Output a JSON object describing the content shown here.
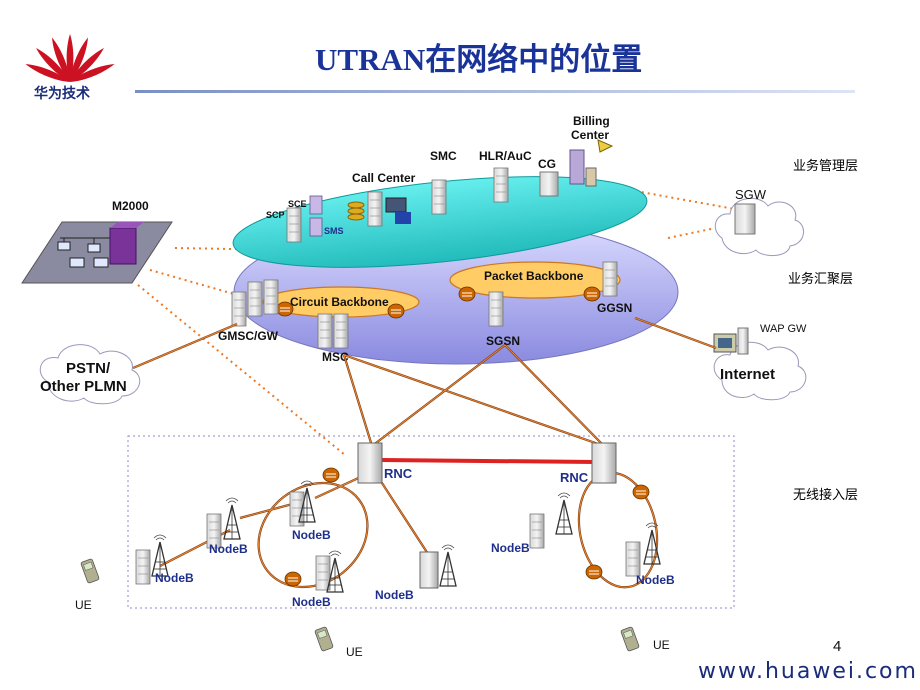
{
  "slide": {
    "title": "UTRAN在网络中的位置",
    "logo_text": "华为技术",
    "page_number": "4",
    "footer_url": "www.huawei.com"
  },
  "layers": {
    "service_management": "业务管理层",
    "service_convergence": "业务汇聚层",
    "radio_access": "无线接入层"
  },
  "nodes": {
    "m2000": "M2000",
    "sce": "SCE",
    "scp": "SCP",
    "sms": "SMS",
    "call_center": "Call Center",
    "smc": "SMC",
    "hlr_auc": "HLR/AuC",
    "cg": "CG",
    "billing_center_line1": "Billing",
    "billing_center_line2": "Center",
    "sgw": "SGW",
    "circuit_backbone": "Circuit Backbone",
    "packet_backbone": "Packet Backbone",
    "gmsc_gw": "GMSC/GW",
    "msc": "MSC",
    "sgsn": "SGSN",
    "ggsn": "GGSN",
    "wap_gw": "WAP GW",
    "internet": "Internet",
    "pstn_line1": "PSTN/",
    "pstn_line2": "Other PLMN",
    "rnc_left": "RNC",
    "rnc_right": "RNC",
    "nodeb_1": "NodeB",
    "nodeb_2": "NodeB",
    "nodeb_3": "NodeB",
    "nodeb_4": "NodeB",
    "nodeb_5": "NodeB",
    "nodeb_6": "NodeB",
    "nodeb_7": "NodeB",
    "ue_1": "UE",
    "ue_2": "UE",
    "ue_3": "UE"
  },
  "colors": {
    "title": "#1a3399",
    "top_ellipse": "#33cccc",
    "core_ellipse": "#b8b8f0",
    "backbone_fill": "#ffcc66",
    "link_orange": "#cc5500",
    "rnc_link_red": "#dd2222",
    "dotted_orange": "#ee7722"
  }
}
